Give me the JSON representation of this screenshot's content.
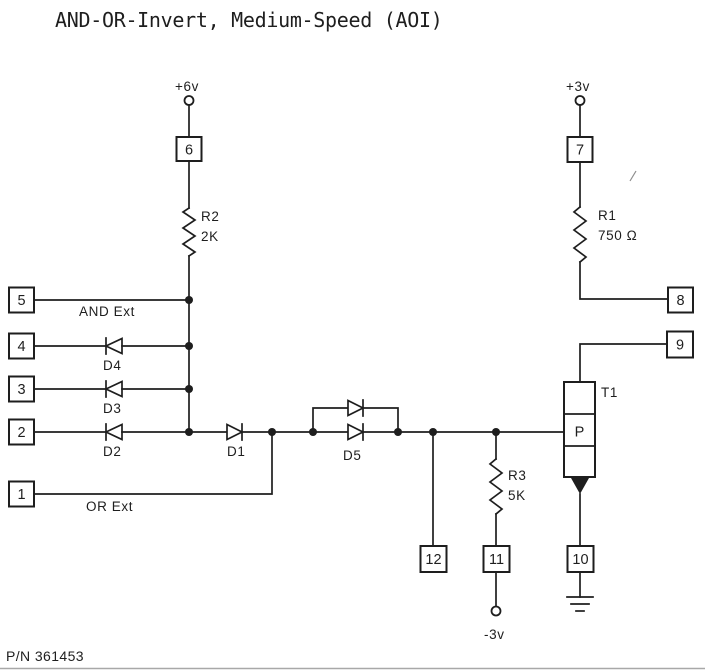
{
  "title": "AND-OR-Invert, Medium-Speed (AOI)",
  "part_number": "P/N 361453",
  "power": {
    "plus6": "+6v",
    "plus3": "+3v",
    "minus3": "-3v"
  },
  "nets": {
    "and_ext": "AND Ext",
    "or_ext": "OR Ext"
  },
  "pins": {
    "p1": "1",
    "p2": "2",
    "p3": "3",
    "p4": "4",
    "p5": "5",
    "p6": "6",
    "p7": "7",
    "p8": "8",
    "p9": "9",
    "p10": "10",
    "p11": "11",
    "p12": "12"
  },
  "components": {
    "r1": {
      "ref": "R1",
      "value": "750 Ω"
    },
    "r2": {
      "ref": "R2",
      "value": "2K"
    },
    "r3": {
      "ref": "R3",
      "value": "5K"
    },
    "d1": {
      "ref": "D1"
    },
    "d2": {
      "ref": "D2"
    },
    "d3": {
      "ref": "D3"
    },
    "d4": {
      "ref": "D4"
    },
    "d5": {
      "ref": "D5"
    },
    "t1": {
      "ref": "T1",
      "region": "P"
    }
  },
  "colors": {
    "ink": "#1e1e1e",
    "paper": "#ffffff",
    "bottom_rule": "#a8a8a8"
  }
}
